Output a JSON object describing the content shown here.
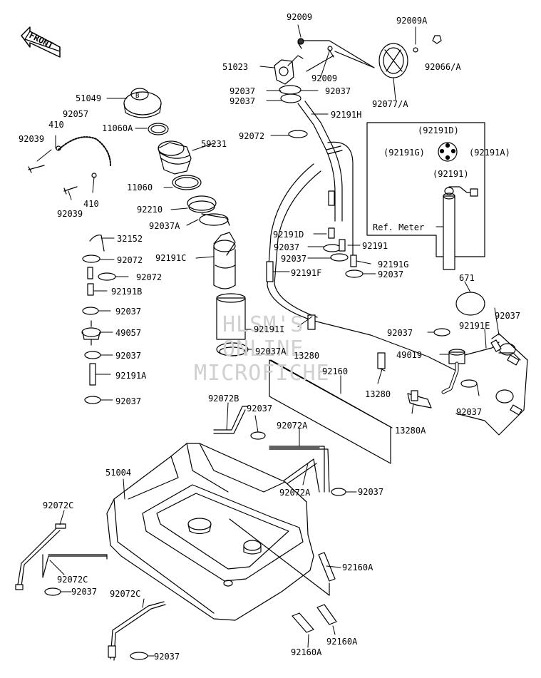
{
  "front_label": "FRONT",
  "ref_meter": "Ref. Meter",
  "watermark": [
    "HLSM'S",
    "ONLINE",
    "MICROFICHE"
  ],
  "labels": {
    "p92009_top": "92009",
    "p92009A": "92009A",
    "p92066A": "92066/A",
    "p51023": "51023",
    "p92009_mid": "92009",
    "p92037_a": "92037",
    "p92037_b": "92037",
    "p92037_c": "92037",
    "p92077A": "92077/A",
    "p51049": "51049",
    "p92057": "92057",
    "p410_a": "410",
    "p92039_a": "92039",
    "p11060A": "11060A",
    "p92191H": "92191H",
    "p92072_a": "92072",
    "p59231": "59231",
    "p92191D_paren": "(92191D)",
    "p92191G_paren": "(92191G)",
    "p92191A_paren": "(92191A)",
    "p92191_paren": "(92191)",
    "p11060": "11060",
    "p410_b": "410",
    "p92039_b": "92039",
    "p92210": "92210",
    "p92037A": "92037A",
    "p32152": "32152",
    "p92072_b": "92072",
    "p92191C": "92191C",
    "p92191D": "92191D",
    "p92037_d": "92037",
    "p92191": "92191",
    "p92037_e": "92037",
    "p92191G": "92191G",
    "p92072_c": "92072",
    "p92191F": "92191F",
    "p92037_f": "92037",
    "p92191B": "92191B",
    "p671": "671",
    "p92037_g": "92037",
    "p92037_h": "92037",
    "p92191I": "92191I",
    "p49057": "49057",
    "p92037_i": "92037",
    "p92037A_b": "92037A",
    "p13280_a": "13280",
    "p92191E": "92191E",
    "p49019": "49019",
    "p92037_j": "92037",
    "p92191A": "92191A",
    "p92160": "92160",
    "p92037_k": "92037",
    "p13280_b": "13280",
    "p92037_l": "92037",
    "p92072B": "92072B",
    "p92037_m": "92037",
    "p13280A": "13280A",
    "p92072A_a": "92072A",
    "p51004": "51004",
    "p92072A_b": "92072A",
    "p92037_n": "92037",
    "p92072C_a": "92072C",
    "p92160A_a": "92160A",
    "p92072C_b": "92072C",
    "p92037_o": "92037",
    "p92072C_c": "92072C",
    "p92160A_b": "92160A",
    "p92160A_c": "92160A",
    "p92037_p": "92037"
  }
}
